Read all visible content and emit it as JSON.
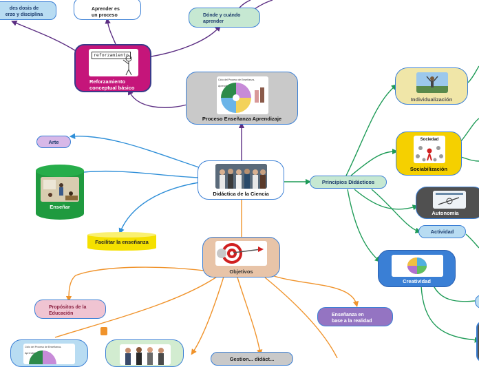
{
  "nodes": {
    "dosis": {
      "line1": "des dosis de",
      "line2": "erzo y disciplina"
    },
    "aprender_proceso": {
      "line1": "Aprender es",
      "line2": "un proceso"
    },
    "donde_cuando": {
      "line1": "Dónde y cuándo",
      "line2": "aprender"
    },
    "reforzamiento": {
      "line1": "Reforzamiento",
      "line2": "conceptual básico",
      "image_caption": "reforzamiento"
    },
    "proceso_ea": {
      "label": "Proceso Enseñanza Aprendizaje",
      "image_title": "Ciclo del Proceso de Enseñanza-Aprendizaje"
    },
    "arte": {
      "label": "Arte"
    },
    "ensenar": {
      "label": "Enseñar"
    },
    "didactica": {
      "label": "Didáctica de la Ciencia"
    },
    "facilitar": {
      "label": "Facilitar la enseñanza"
    },
    "principios": {
      "label": "Principios Didácticos"
    },
    "individualizacion": {
      "label": "Individualización"
    },
    "socializacion": {
      "label": "Sociabilización",
      "image_caption": "Sociedad"
    },
    "autonomia": {
      "label": "Autonomía"
    },
    "actividad": {
      "label": "Actividad"
    },
    "creatividad": {
      "label": "Creatividad"
    },
    "objetivos": {
      "label": "Objetivos"
    },
    "propositos": {
      "line1": "Propósitos de la",
      "line2": "Educación"
    },
    "ensenanza_realidad": {
      "line1": "Enseñanza en",
      "line2": "base a la realidad"
    },
    "bottom_cycle": {
      "image_title": "Ciclo del Proceso de Enseñanza-Aprendizaje"
    },
    "bottom_partial": {
      "label": "Gestion... didáct..."
    }
  },
  "colors": {
    "purple_link": "#5b2d82",
    "blue_link": "#2f8fd8",
    "green_link": "#1e9b57",
    "orange_link": "#f0932b",
    "magenta": "#c5157a",
    "gray_node": "#c9c9c9",
    "green_node": "#1f9a3f",
    "yellow_node": "#f5e000",
    "blue_node": "#3a7fd5",
    "dark_node": "#505050",
    "beige_node": "#e8ddb0",
    "lavender": "#d8b8e8",
    "mint": "#c6e8d2",
    "light_blue": "#b8dcf2",
    "pink": "#f0c4d2",
    "violet": "#9474c2",
    "peach": "#e8c4a8",
    "light_green": "#d2ecd0"
  }
}
